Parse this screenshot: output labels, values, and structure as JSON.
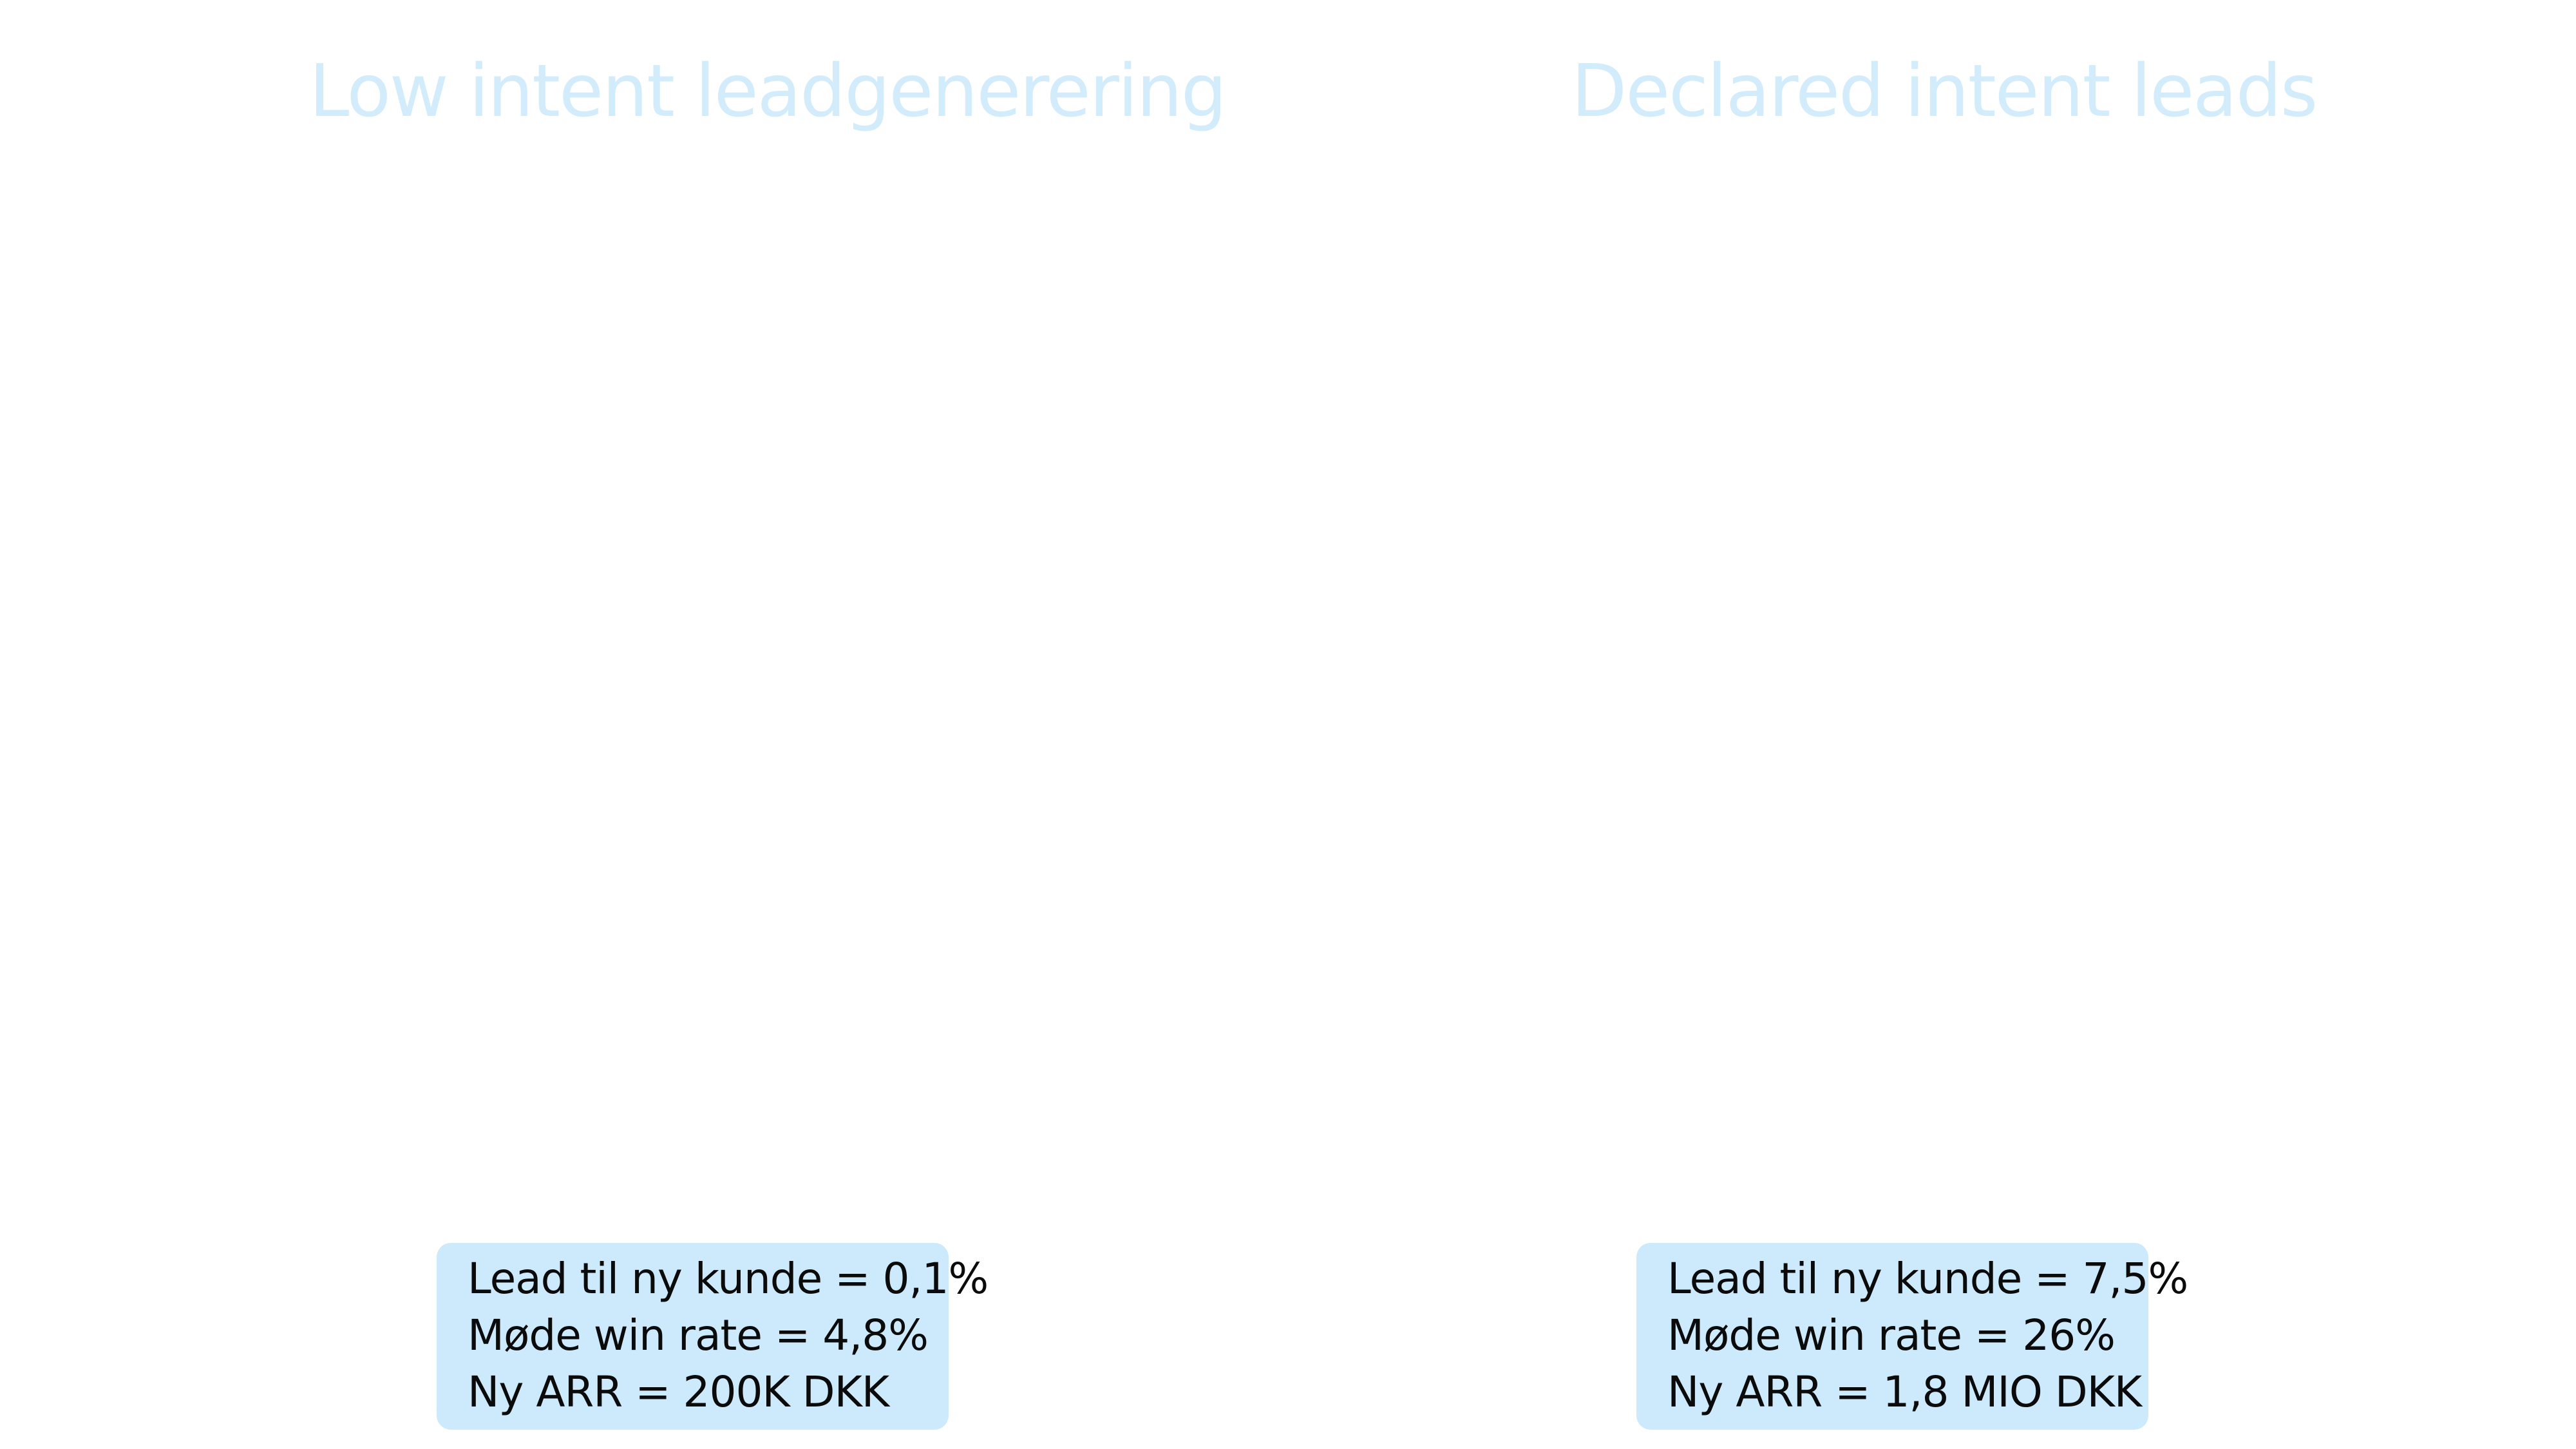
{
  "colors": {
    "title": "#d2ecfb",
    "box_background": "#cdeafc",
    "text": "#0b0b0b",
    "page_background": "#ffffff"
  },
  "left": {
    "title": "Low intent leadgenerering",
    "stats": [
      "Lead til ny kunde = 0,1%",
      "Møde win rate = 4,8%",
      "Ny ARR = 200K DKK"
    ]
  },
  "right": {
    "title": "Declared intent leads",
    "stats": [
      "Lead til ny kunde = 7,5%",
      "Møde win rate = 26%",
      "Ny ARR = 1,8 MIO DKK"
    ]
  }
}
